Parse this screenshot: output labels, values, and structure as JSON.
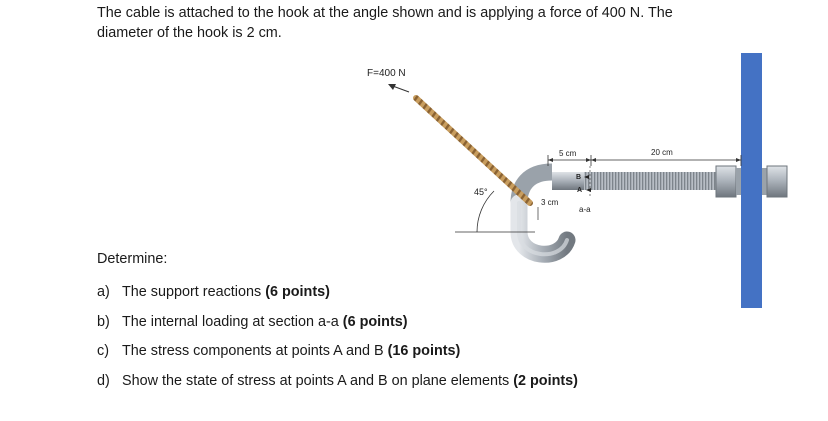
{
  "problem": {
    "intro_line1": "The cable is attached to the hook at the angle shown and is applying a force of 400 N. The",
    "intro_line2": "diameter of the hook is 2 cm."
  },
  "figure": {
    "force_label": "F=400 N",
    "angle_label": "45°",
    "dim_5cm": "5 cm",
    "dim_20cm": "20 cm",
    "dim_3cm": "3 cm",
    "point_b": "B",
    "point_a": "A",
    "section_label": "a-a",
    "colors": {
      "wall": "#4472c4",
      "rope": "#c69a5c",
      "steel": "#a9b0b8"
    }
  },
  "determine": "Determine:",
  "questions": [
    {
      "label": "a)",
      "text": "The support reactions ",
      "points": "(6 points)"
    },
    {
      "label": "b)",
      "text": "The internal loading at section a-a ",
      "points": "(6 points)"
    },
    {
      "label": "c)",
      "text": "The stress components at points A and B ",
      "points": "(16 points)"
    },
    {
      "label": "d)",
      "text": "Show the state of stress at points A and B on plane elements ",
      "points": "(2 points)"
    }
  ]
}
